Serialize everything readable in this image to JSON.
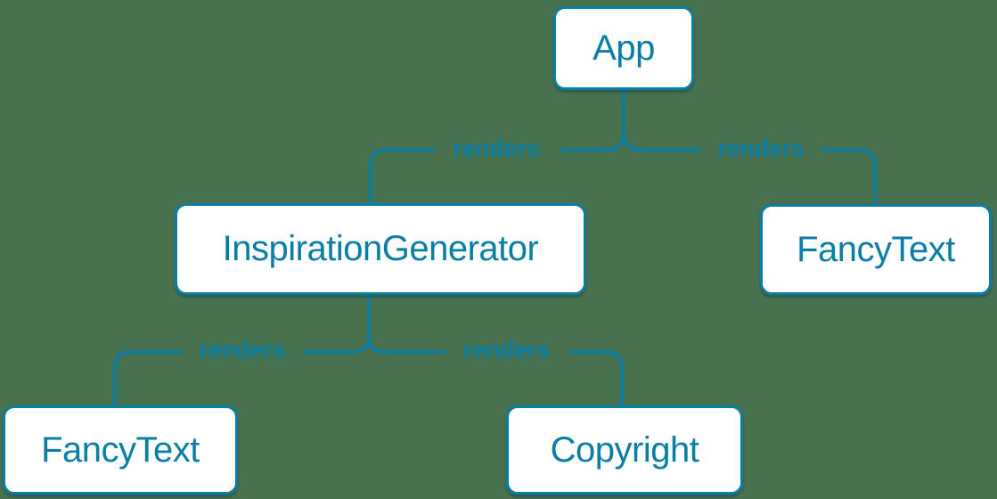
{
  "diagram": {
    "type": "tree",
    "colors": {
      "background": "#47714F",
      "accent": "#087EA4",
      "node_background": "#FFFFFF"
    },
    "nodes": [
      {
        "id": "app",
        "label": "App"
      },
      {
        "id": "inspiration-generator",
        "label": "InspirationGenerator"
      },
      {
        "id": "fancy-text-right",
        "label": "FancyText"
      },
      {
        "id": "fancy-text-left",
        "label": "FancyText"
      },
      {
        "id": "copyright",
        "label": "Copyright"
      }
    ],
    "edges": [
      {
        "from": "app",
        "to": "inspiration-generator",
        "label": "renders"
      },
      {
        "from": "app",
        "to": "fancy-text-right",
        "label": "renders"
      },
      {
        "from": "inspiration-generator",
        "to": "fancy-text-left",
        "label": "renders"
      },
      {
        "from": "inspiration-generator",
        "to": "copyright",
        "label": "renders"
      }
    ]
  }
}
